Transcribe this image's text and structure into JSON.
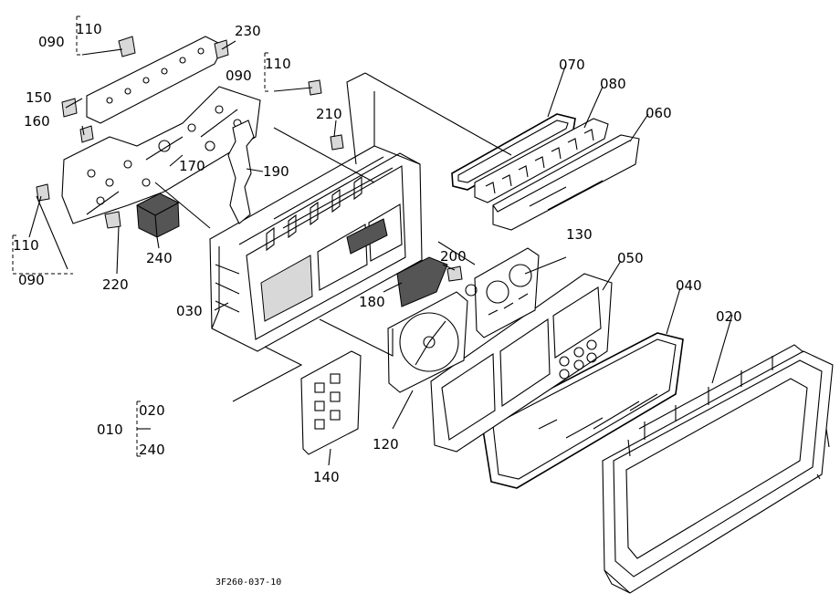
{
  "labels": {
    "p010": "010",
    "p020_main": "020",
    "p020_set": "020",
    "p030": "030",
    "p040": "040",
    "p050": "050",
    "p060": "060",
    "p070": "070",
    "p080": "080",
    "p090_a": "090",
    "p090_b": "090",
    "p090_c": "090",
    "p110_a": "110",
    "p110_b": "110",
    "p110_c": "110",
    "p120": "120",
    "p130": "130",
    "p140": "140",
    "p150": "150",
    "p160": "160",
    "p170": "170",
    "p180": "180",
    "p190": "190",
    "p200": "200",
    "p210": "210",
    "p220": "220",
    "p230": "230",
    "p240_main": "240",
    "p240_set": "240"
  },
  "drawing_code": "3F260-037-10"
}
